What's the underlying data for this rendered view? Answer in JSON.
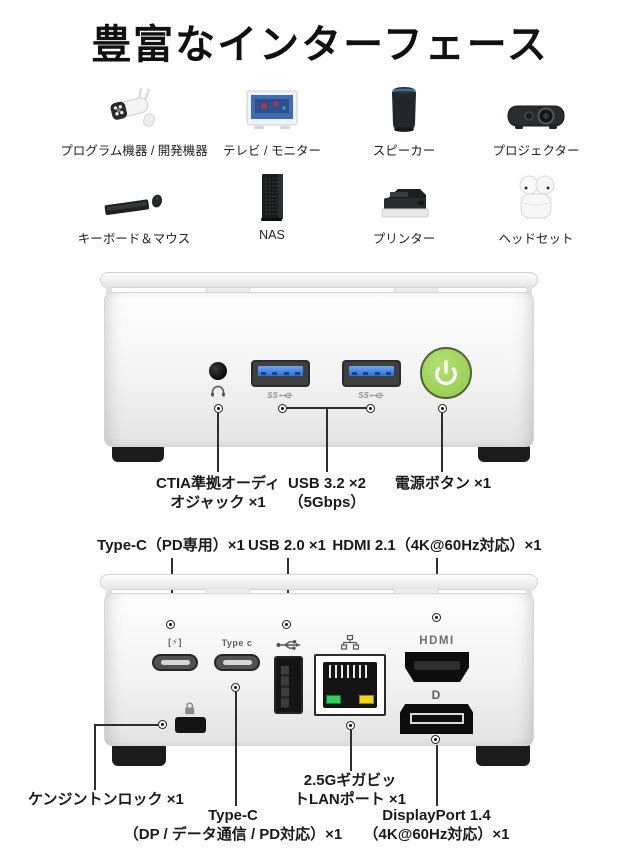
{
  "title": "豊富なインターフェース",
  "devices": [
    {
      "label": "プログラム機器 / 開発機器",
      "icon": "security-camera-icon"
    },
    {
      "label": "テレビ / モニター",
      "icon": "tv-monitor-icon"
    },
    {
      "label": "スピーカー",
      "icon": "speaker-icon"
    },
    {
      "label": "プロジェクター",
      "icon": "projector-icon"
    },
    {
      "label": "キーボード＆マウス",
      "icon": "keyboard-mouse-icon"
    },
    {
      "label": "NAS",
      "icon": "nas-icon"
    },
    {
      "label": "プリンター",
      "icon": "printer-icon"
    },
    {
      "label": "ヘッドセット",
      "icon": "headset-icon"
    }
  ],
  "front_view": {
    "ports": {
      "usb_marking": "SS"
    },
    "callouts": {
      "audio_line1": "CTIA準拠オーディ",
      "audio_line2": "オジャック ×1",
      "usb_line1": "USB 3.2 ×2",
      "usb_line2": "（5Gbps）",
      "power": "電源ボタン ×1"
    }
  },
  "rear_view": {
    "top_callouts": {
      "typec_pd": "Type-C（PD専用）×1",
      "usb20": "USB 2.0 ×1",
      "hdmi": "HDMI 2.1（4K@60Hz対応）×1"
    },
    "port_markings": {
      "typec_pd_tag": "[⚡]",
      "typec_tag": "Type c",
      "hdmi_logo": "HDMI",
      "dp_logo": "D"
    },
    "bottom_callouts": {
      "kensington": "ケンジントンロック ×1",
      "lan_line1": "2.5Gギガビッ",
      "lan_line2": "トLANポート ×1",
      "typec_line1": "Type-C",
      "typec_line2": "（DP / データ通信 / PD対応）×1",
      "dp_line1": "DisplayPort 1.4",
      "dp_line2": "（4K@60Hz対応）×1"
    }
  },
  "colors": {
    "power_button_green": "#9cd355",
    "usb_blue": "#3779dd",
    "lan_led_green": "#2ed05e",
    "lan_led_yellow": "#f2d50a"
  }
}
